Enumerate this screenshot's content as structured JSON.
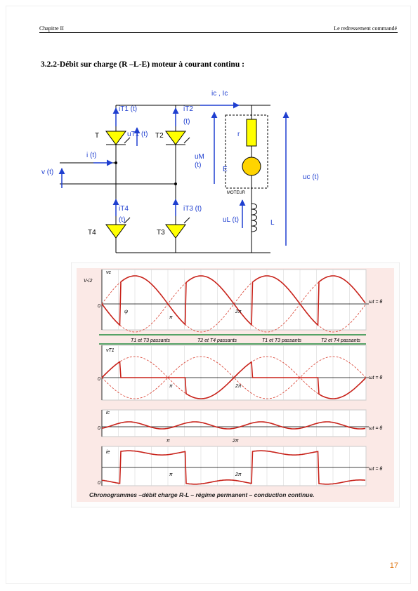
{
  "header": {
    "left": "Chapitre II",
    "right": "Le redressement commandé"
  },
  "section_title": "3.2.2-Débit sur charge (R –L-E) moteur à courant continu :",
  "circuit": {
    "labels": {
      "ic": "ic , Ic",
      "it1": "iT1 (t)",
      "it2": "iT2",
      "it2_t": "(t)",
      "ut1": "uT1 (t)",
      "t2": "T2",
      "t1": "T",
      "r": "r",
      "um": "uM",
      "um_t": "(t)",
      "e": "E",
      "i": "i (t)",
      "v": "v (t)",
      "uc": "uc (t)",
      "moteur": "MOTEUR",
      "it4": "iT4",
      "it4_t": "(t)",
      "it3": "iT3 (t)",
      "ul": "uL (t)",
      "l": "L",
      "t4": "T4",
      "t3": "T3"
    }
  },
  "chronogram": {
    "panel1": {
      "ylabel": "vc",
      "peak": "V√2",
      "zero": "0",
      "psi": "ψ",
      "pi": "π",
      "two_pi": "2π",
      "axis": "ωt = θ"
    },
    "conduction": [
      "T1 et T3 passants",
      "T2 et T4 passants",
      "T1 et T3 passants",
      "T2 et T4 passants"
    ],
    "panel2": {
      "ylabel": "vT1",
      "zero": "0",
      "pi": "π",
      "two_pi": "2π",
      "axis": "ωt = θ"
    },
    "panel3": {
      "ylabel": "ic",
      "zero": "0",
      "pi": "π",
      "two_pi": "2π",
      "axis": "ωt = θ"
    },
    "panel4": {
      "ylabel": "ie",
      "zero": "0",
      "pi": "π",
      "two_pi": "2π",
      "axis": "ωt = θ"
    },
    "caption": "Chronogrammes –débit charge R-L – régime permanent – conduction continue."
  },
  "page_number": "17"
}
